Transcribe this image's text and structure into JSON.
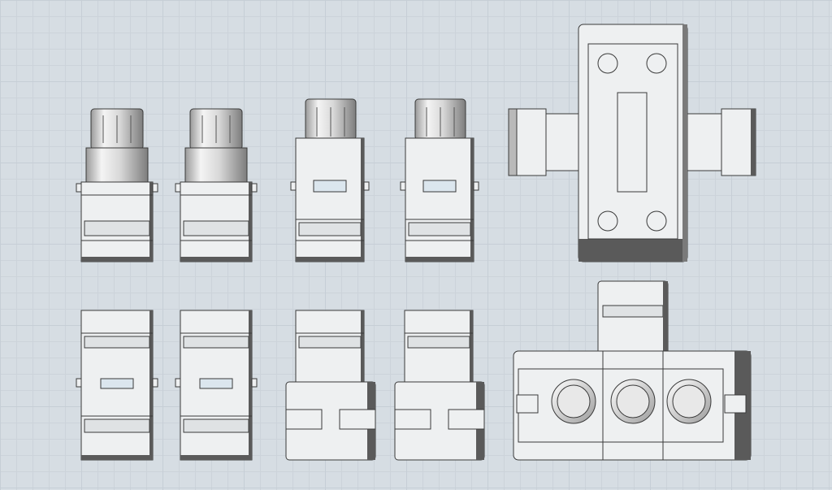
{
  "scene": {
    "background_color": "#d6dde3",
    "grid_major_color": "#c6ced6",
    "grid_minor_color": "#ccd3da",
    "body_fill": "#eef0f1",
    "edge_stroke": "#3a3a3a",
    "shade_dark": "#5a5a5a",
    "shade_mid": "#9a9a9a",
    "slot_fill": "#dbe6ee",
    "top_row": [
      {
        "kind": "round-cap-connector",
        "variant": "with-grip-cap",
        "count": 2
      },
      {
        "kind": "rectangular-housing",
        "variant": "window-slot",
        "count": 2
      },
      {
        "kind": "cross-shaped-coupler",
        "variant": "bolt-holes-4",
        "count": 1
      }
    ],
    "bottom_row": [
      {
        "kind": "rectangular-housing",
        "variant": "window-slot-short",
        "count": 2
      },
      {
        "kind": "base-housing",
        "variant": "side-tabs",
        "count": 2
      },
      {
        "kind": "triple-port-panel",
        "variant": "three-round-ports",
        "count": 1
      }
    ]
  }
}
